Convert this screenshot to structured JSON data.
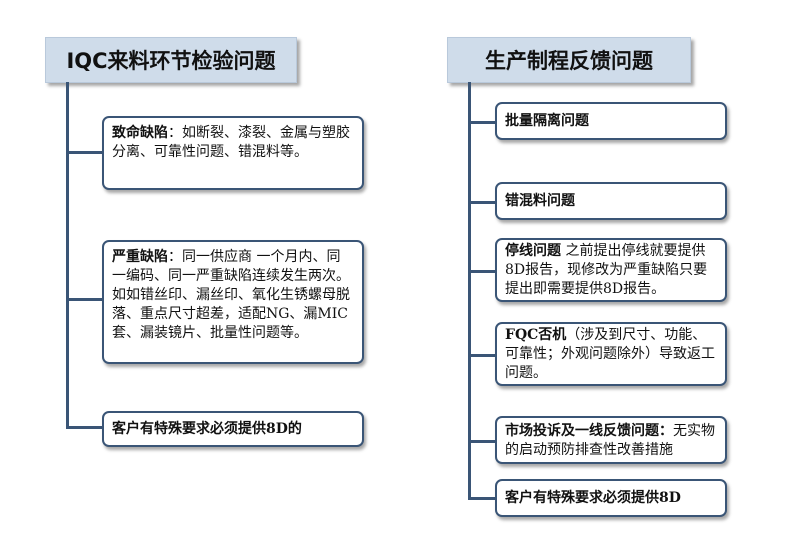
{
  "left": {
    "header": "IQC来料环节检验问题",
    "items": [
      {
        "title": "致命缺陷",
        "text": "：如断裂、漆裂、金属与塑胶分离、可靠性问题、错混料等。"
      },
      {
        "title": "严重缺陷",
        "text": "：同一供应商 一个月内、同一编码、同一严重缺陷连续发生两次。如如错丝印、漏丝印、氧化生锈螺母脱落、重点尺寸超差，适配NG、漏MIC套、漏装镜片、批量性问题等。"
      },
      {
        "title": "客户有特殊要求必须提供8D的",
        "text": ""
      }
    ]
  },
  "right": {
    "header": "生产制程反馈问题",
    "items": [
      {
        "title": "批量隔离问题",
        "text": ""
      },
      {
        "title": "错混料问题",
        "text": ""
      },
      {
        "title": "停线问题",
        "text": "  之前提出停线就要提供8D报告，现修改为严重缺陷只要提出即需要提供8D报告。"
      },
      {
        "title": "FQC否机",
        "text": "（涉及到尺寸、功能、可靠性；外观问题除外）导致返工问题。"
      },
      {
        "title": "市场投诉及一线反馈问题：",
        "text": "无实物的启动预防排查性改善措施"
      },
      {
        "title": "客户有特殊要求必须提供8D",
        "text": ""
      }
    ]
  }
}
